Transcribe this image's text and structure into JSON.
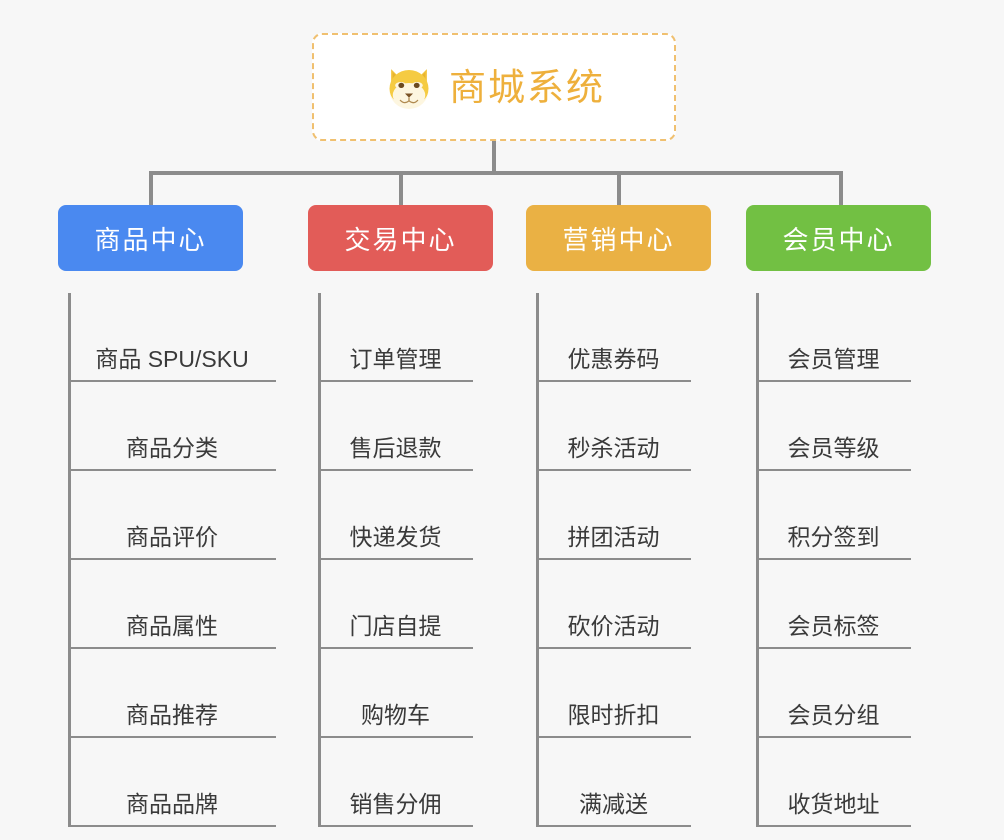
{
  "diagram": {
    "type": "org-chart",
    "background_color": "#f7f7f7",
    "connector_color": "#8c8c8c"
  },
  "root": {
    "title": "商城系统",
    "icon": "shiba-dog-face-icon",
    "border_color": "#f0c070",
    "text_color": "#eeb03c",
    "background_color": "#ffffff"
  },
  "categories": [
    {
      "label": "商品中心",
      "color": "#4a89f0",
      "items": [
        "商品 SPU/SKU",
        "商品分类",
        "商品评价",
        "商品属性",
        "商品推荐",
        "商品品牌"
      ]
    },
    {
      "label": "交易中心",
      "color": "#e25c58",
      "items": [
        "订单管理",
        "售后退款",
        "快递发货",
        "门店自提",
        "购物车",
        "销售分佣"
      ]
    },
    {
      "label": "营销中心",
      "color": "#eab144",
      "items": [
        "优惠券码",
        "秒杀活动",
        "拼团活动",
        "砍价活动",
        "限时折扣",
        "满减送"
      ]
    },
    {
      "label": "会员中心",
      "color": "#72c043",
      "items": [
        "会员管理",
        "会员等级",
        "积分签到",
        "会员标签",
        "会员分组",
        "收货地址"
      ]
    }
  ]
}
